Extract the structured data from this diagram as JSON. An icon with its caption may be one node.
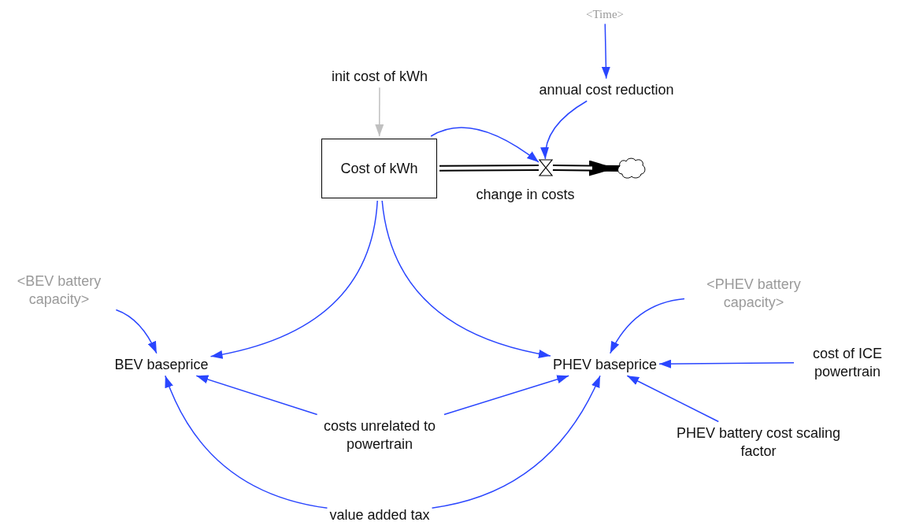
{
  "diagram": {
    "nodes": [
      {
        "text": [
          "<Time>"
        ]
      },
      {
        "text": [
          "init cost of kWh"
        ]
      },
      {
        "text": [
          "annual cost reduction"
        ]
      },
      {
        "text": [
          "Cost of kWh"
        ]
      },
      {
        "text": [
          "change in costs"
        ]
      },
      {
        "text": [],
        "shape": "cloud"
      },
      {
        "text": [
          "<BEV battery capacity>"
        ]
      },
      {
        "text": [
          "<PHEV battery capacity>"
        ]
      },
      {
        "text": [
          "BEV baseprice"
        ]
      },
      {
        "text": [
          "PHEV baseprice"
        ]
      },
      {
        "text": [
          "cost of ICE powertrain"
        ]
      },
      {
        "text": [
          "costs unrelated to powertrain"
        ]
      },
      {
        "text": [
          "PHEV battery cost scaling factor"
        ]
      },
      {
        "text": [
          "value added tax"
        ]
      }
    ],
    "edges": [
      {
        "from": 0,
        "to": 2,
        "arrow": "to"
      },
      {
        "from": 1,
        "to": 3,
        "arrow": "to",
        "color": "#c0c0c0"
      },
      {
        "from": 3,
        "to": 4,
        "arrow": "to"
      },
      {
        "from": 2,
        "to": 4,
        "arrow": "to"
      },
      {
        "from": 3,
        "to": 4,
        "arrow": "none",
        "style": "thick",
        "color": "#000000"
      },
      {
        "from": 4,
        "to": 5,
        "arrow": "to",
        "style": "thick",
        "color": "#000000"
      },
      {
        "from": 3,
        "to": 8,
        "arrow": "to"
      },
      {
        "from": 3,
        "to": 9,
        "arrow": "to"
      },
      {
        "from": 6,
        "to": 8,
        "arrow": "to"
      },
      {
        "from": 7,
        "to": 9,
        "arrow": "to"
      },
      {
        "from": 10,
        "to": 9,
        "arrow": "to"
      },
      {
        "from": 11,
        "to": 8,
        "arrow": "to"
      },
      {
        "from": 11,
        "to": 9,
        "arrow": "to"
      },
      {
        "from": 12,
        "to": 9,
        "arrow": "to"
      },
      {
        "from": 13,
        "to": 8,
        "arrow": "to"
      },
      {
        "from": 13,
        "to": 9,
        "arrow": "to"
      }
    ]
  }
}
